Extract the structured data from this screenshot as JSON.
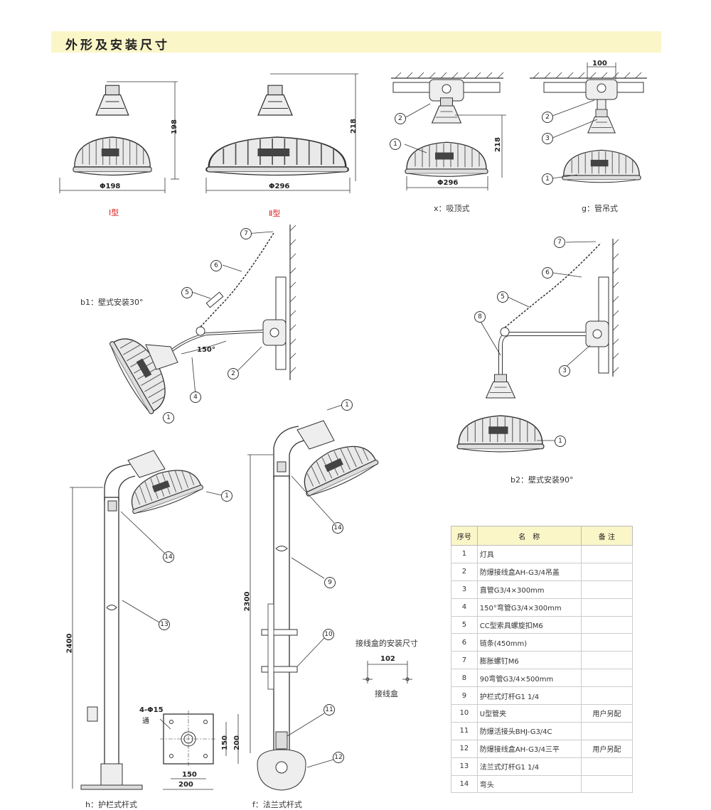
{
  "section_title": "外形及安装尺寸",
  "views": {
    "type1": {
      "label": "Ⅰ型",
      "dia": "Φ198",
      "height": "198"
    },
    "type2": {
      "label": "Ⅱ型",
      "dia": "Φ296",
      "height": "218"
    },
    "x": {
      "label": "x：吸顶式",
      "dia": "Φ296",
      "height": "218"
    },
    "g": {
      "label": "g：管吊式",
      "width": "100"
    },
    "b1": {
      "label": "b1：壁式安装30°",
      "angle": "150°"
    },
    "b2": {
      "label": "b2：壁式安装90°"
    },
    "h": {
      "label": "h：护栏式杆式",
      "height": "2400"
    },
    "f": {
      "label": "f：法兰式杆式",
      "height": "2300"
    },
    "flange": {
      "holes": "4-Φ15",
      "holes_sub": "通",
      "w_inner": "150",
      "w_outer": "200",
      "h_inner": "150",
      "h_outer": "200"
    },
    "junction": {
      "title": "接线盒的安装尺寸",
      "width": "102",
      "caption": "接线盒"
    }
  },
  "parts_table": {
    "headers": {
      "num": "序号",
      "name": "名　称",
      "note": "备 注"
    },
    "rows": [
      {
        "num": "1",
        "name": "灯具",
        "note": ""
      },
      {
        "num": "2",
        "name": "防爆接线盒AH-G3/4吊盖",
        "note": ""
      },
      {
        "num": "3",
        "name": "直管G3/4×300mm",
        "note": ""
      },
      {
        "num": "4",
        "name": "150°弯管G3/4×300mm",
        "note": ""
      },
      {
        "num": "5",
        "name": "CC型索具螺旋扣M6",
        "note": ""
      },
      {
        "num": "6",
        "name": "链条(450mm)",
        "note": ""
      },
      {
        "num": "7",
        "name": "膨胀螺钉M6",
        "note": ""
      },
      {
        "num": "8",
        "name": "90弯管G3/4×500mm",
        "note": ""
      },
      {
        "num": "9",
        "name": "护栏式灯杆G1 1/4",
        "note": ""
      },
      {
        "num": "10",
        "name": "U型管夹",
        "note": "用户另配"
      },
      {
        "num": "11",
        "name": "防爆活接头BHJ-G3/4C",
        "note": ""
      },
      {
        "num": "12",
        "name": "防爆接线盒AH-G3/4三平",
        "note": "用户另配"
      },
      {
        "num": "13",
        "name": "法兰式灯杆G1 1/4",
        "note": ""
      },
      {
        "num": "14",
        "name": "弯头",
        "note": ""
      }
    ]
  },
  "colors": {
    "banner": "#fbf6c8",
    "red_label": "#dd2222",
    "line": "#333333"
  }
}
